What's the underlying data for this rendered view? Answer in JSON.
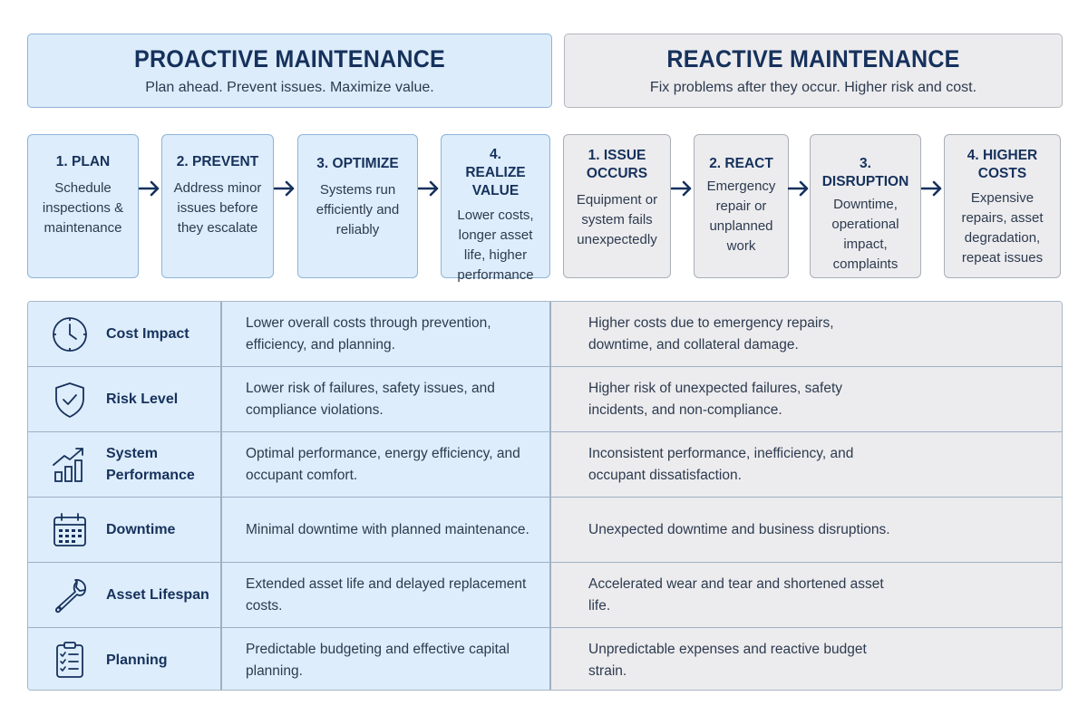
{
  "proactive": {
    "title": "PROACTIVE MAINTENANCE",
    "subtitle": "Plan ahead. Prevent issues. Maximize value.",
    "steps": [
      {
        "title": "1. PLAN",
        "desc": "Schedule inspections & maintenance"
      },
      {
        "title": "2. PREVENT",
        "desc": "Address minor issues before they escalate"
      },
      {
        "title": "3. OPTIMIZE",
        "desc": "Systems run efficiently and reliably"
      },
      {
        "title": "4. REALIZE VALUE",
        "desc": "Lower costs, longer asset life, higher performance"
      }
    ]
  },
  "reactive": {
    "title": "REACTIVE MAINTENANCE",
    "subtitle": "Fix problems after they occur. Higher risk and cost.",
    "steps": [
      {
        "title": "1. ISSUE OCCURS",
        "desc": "Equipment or system fails unexpectedly"
      },
      {
        "title": "2. REACT",
        "desc": "Emergency repair or unplanned work"
      },
      {
        "title": "3. DISRUPTION",
        "desc": "Downtime, operational impact, complaints"
      },
      {
        "title": "4. HIGHER COSTS",
        "desc": "Expensive repairs, asset degradation, repeat issues"
      }
    ]
  },
  "comparison": {
    "rows": [
      {
        "icon": "clock-icon",
        "label": "Cost Impact",
        "proactive": "Lower overall costs through prevention, efficiency, and planning.",
        "reactive": "Higher costs due to emergency repairs, downtime, and collateral damage."
      },
      {
        "icon": "shield-check-icon",
        "label": "Risk Level",
        "proactive": "Lower risk of failures, safety issues, and compliance violations.",
        "reactive": "Higher risk of unexpected failures, safety incidents, and non-compliance."
      },
      {
        "icon": "bar-chart-up-icon",
        "label": "System Performance",
        "proactive": "Optimal performance, energy efficiency, and occupant comfort.",
        "reactive": "Inconsistent performance, inefficiency, and occupant dissatisfaction."
      },
      {
        "icon": "calendar-icon",
        "label": "Downtime",
        "proactive": "Minimal downtime with planned maintenance.",
        "reactive": "Unexpected downtime and business disruptions."
      },
      {
        "icon": "wrench-icon",
        "label": "Asset Lifespan",
        "proactive": "Extended asset life and delayed replacement costs.",
        "reactive": "Accelerated wear and tear and shortened asset life."
      },
      {
        "icon": "checklist-icon",
        "label": "Planning",
        "proactive": "Predictable budgeting and effective capital planning.",
        "reactive": "Unpredictable expenses and reactive budget strain."
      }
    ]
  },
  "colors": {
    "proactive_fill": "#ddedfb",
    "proactive_border": "#8fb4d6",
    "reactive_fill": "#ececee",
    "reactive_border": "#a9aeb6",
    "heading": "#16315c",
    "arrow": "#16315c"
  }
}
